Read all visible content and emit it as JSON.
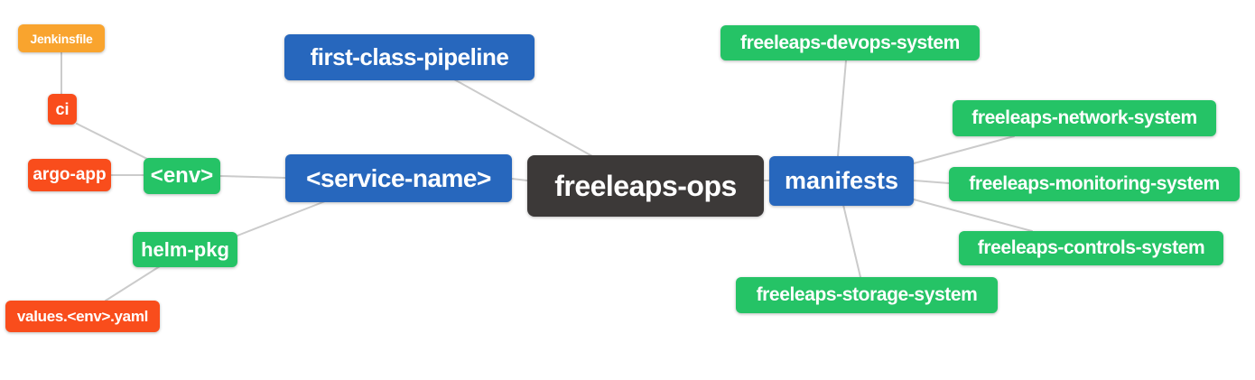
{
  "diagram": {
    "type": "mindmap",
    "root": "freeleaps-ops"
  },
  "palette": {
    "root_bg": "#3c3938",
    "blue": "#2767bd",
    "green": "#25c366",
    "red": "#f94d1c",
    "orange": "#f9a42e",
    "edge_line": "#cbcbcb",
    "node_text": "#ffffff",
    "background": "#ffffff"
  },
  "nodes": {
    "root": {
      "label": "freeleaps-ops",
      "color": "dark"
    },
    "first_class_pipeline": {
      "label": "first-class-pipeline",
      "color": "blue"
    },
    "service_name": {
      "label": "<service-name>",
      "color": "blue"
    },
    "manifests": {
      "label": "manifests",
      "color": "blue"
    },
    "env": {
      "label": "<env>",
      "color": "green"
    },
    "helm_pkg": {
      "label": "helm-pkg",
      "color": "green"
    },
    "ci": {
      "label": "ci",
      "color": "red"
    },
    "argo_app": {
      "label": "argo-app",
      "color": "red"
    },
    "jenkinsfile": {
      "label": "Jenkinsfile",
      "color": "orange"
    },
    "values_yaml": {
      "label": "values.<env>.yaml",
      "color": "red"
    },
    "devops_system": {
      "label": "freeleaps-devops-system",
      "color": "green"
    },
    "network_system": {
      "label": "freeleaps-network-system",
      "color": "green"
    },
    "monitoring_system": {
      "label": "freeleaps-monitoring-system",
      "color": "green"
    },
    "controls_system": {
      "label": "freeleaps-controls-system",
      "color": "green"
    },
    "storage_system": {
      "label": "freeleaps-storage-system",
      "color": "green"
    }
  },
  "edges": [
    {
      "from": "root",
      "to": "first_class_pipeline"
    },
    {
      "from": "root",
      "to": "service_name"
    },
    {
      "from": "root",
      "to": "manifests"
    },
    {
      "from": "service_name",
      "to": "env"
    },
    {
      "from": "service_name",
      "to": "helm_pkg"
    },
    {
      "from": "env",
      "to": "ci"
    },
    {
      "from": "env",
      "to": "argo_app"
    },
    {
      "from": "ci",
      "to": "jenkinsfile"
    },
    {
      "from": "helm_pkg",
      "to": "values_yaml"
    },
    {
      "from": "manifests",
      "to": "devops_system"
    },
    {
      "from": "manifests",
      "to": "network_system"
    },
    {
      "from": "manifests",
      "to": "monitoring_system"
    },
    {
      "from": "manifests",
      "to": "controls_system"
    },
    {
      "from": "manifests",
      "to": "storage_system"
    }
  ]
}
